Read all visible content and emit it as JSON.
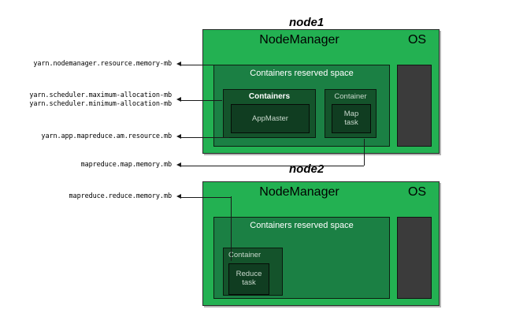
{
  "diagram": {
    "title_hidden": "",
    "colors": {
      "node_green": "#23b152",
      "reserved_green": "#1b8044",
      "containers_green": "#14532b",
      "task_green": "#103d21",
      "os_dark": "#3b3b3b",
      "line": "#1a1a1a",
      "label_text": "#000000",
      "white_text": "#ffffff",
      "muted_text": "#c8d8cc"
    }
  },
  "labels": {
    "nodemanager_resource_memory": "yarn.nodemanager.resource.memory-mb",
    "scheduler_maximum_allocation": "yarn.scheduler.maximum-allocation-mb",
    "scheduler_minimum_allocation": "yarn.scheduler.minimum-allocation-mb",
    "am_resource_mb": "yarn.app.mapreduce.am.resource.mb",
    "map_memory_mb": "mapreduce.map.memory.mb",
    "reduce_memory_mb": "mapreduce.reduce.memory.mb"
  },
  "node1": {
    "caption": "node1",
    "nodemanager_title": "NodeManager",
    "os_title": "OS",
    "reserved_space_title": "Containers reserved space",
    "containers_title": "Containers",
    "appmaster_title": "AppMaster",
    "container_title": "Container",
    "map_task_line1": "Map",
    "map_task_line2": "task"
  },
  "node2": {
    "caption": "node2",
    "nodemanager_title": "NodeManager",
    "os_title": "OS",
    "reserved_space_title": "Containers reserved space",
    "container_title": "Container",
    "reduce_task_line1": "Reduce",
    "reduce_task_line2": "task"
  }
}
